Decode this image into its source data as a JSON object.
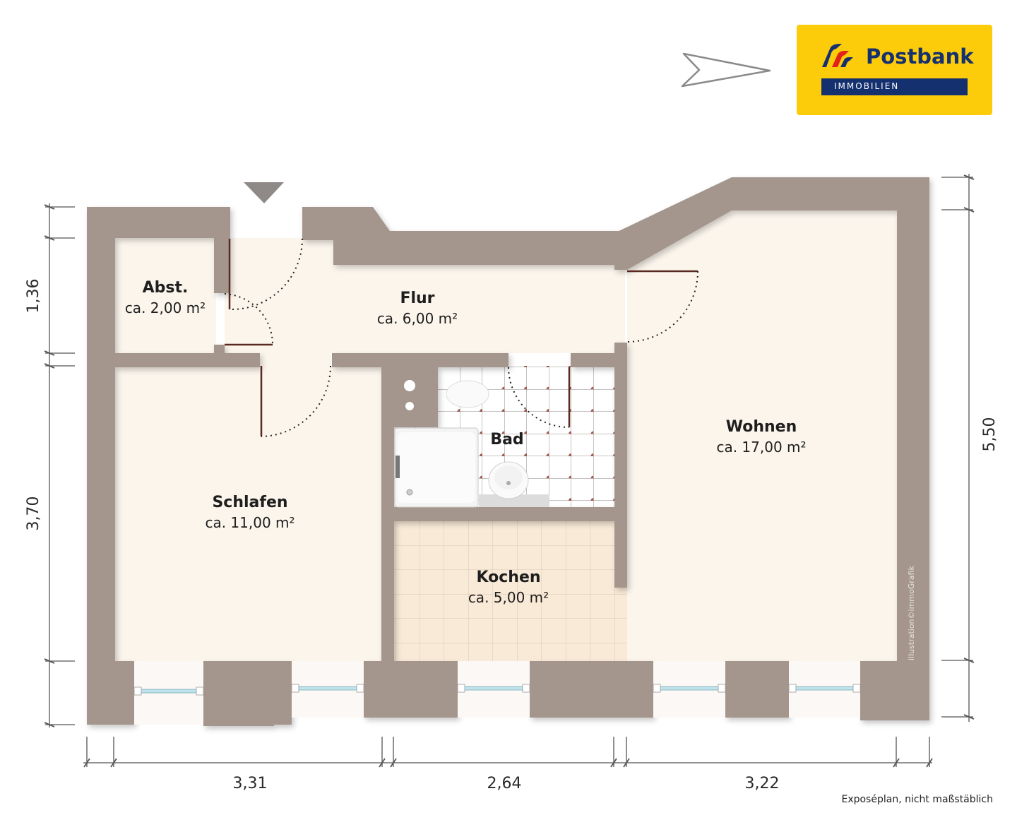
{
  "logo": {
    "brand": "Postbank",
    "subtitle": "IMMOBILIEN",
    "colors": {
      "background": "#fccc0a",
      "navy": "#14306e",
      "red": "#e2231a"
    }
  },
  "compass": {
    "icon": "north-arrow-icon",
    "direction": "right"
  },
  "entrance": {
    "icon": "entrance-triangle-icon"
  },
  "rooms": [
    {
      "id": "abstellraum",
      "name": "Abst.",
      "area": "ca. 2,00 m²"
    },
    {
      "id": "flur",
      "name": "Flur",
      "area": "ca. 6,00 m²"
    },
    {
      "id": "bad",
      "name": "Bad",
      "area": ""
    },
    {
      "id": "wohnen",
      "name": "Wohnen",
      "area": "ca. 17,00 m²"
    },
    {
      "id": "schlafen",
      "name": "Schlafen",
      "area": "ca. 11,00 m²"
    },
    {
      "id": "kochen",
      "name": "Kochen",
      "area": "ca. 5,00 m²"
    }
  ],
  "dimensions": {
    "horizontal": [
      "3,31",
      "2,64",
      "3,22"
    ],
    "vertical_left": [
      "1,36",
      "3,70"
    ],
    "vertical_right": [
      "5,50"
    ]
  },
  "colors": {
    "wall": "#a4968c",
    "floor": "#fbf5ec",
    "kitchen_floor": "#f8e8d6",
    "bath_tile": "#ffffff",
    "tile_dot": "#9c5a50",
    "door_leaf": "#5a2a22",
    "dim_line": "#555555"
  },
  "credit": "illustration©immoGrafik",
  "footnote": "Exposéplan, nicht maßstäblich"
}
